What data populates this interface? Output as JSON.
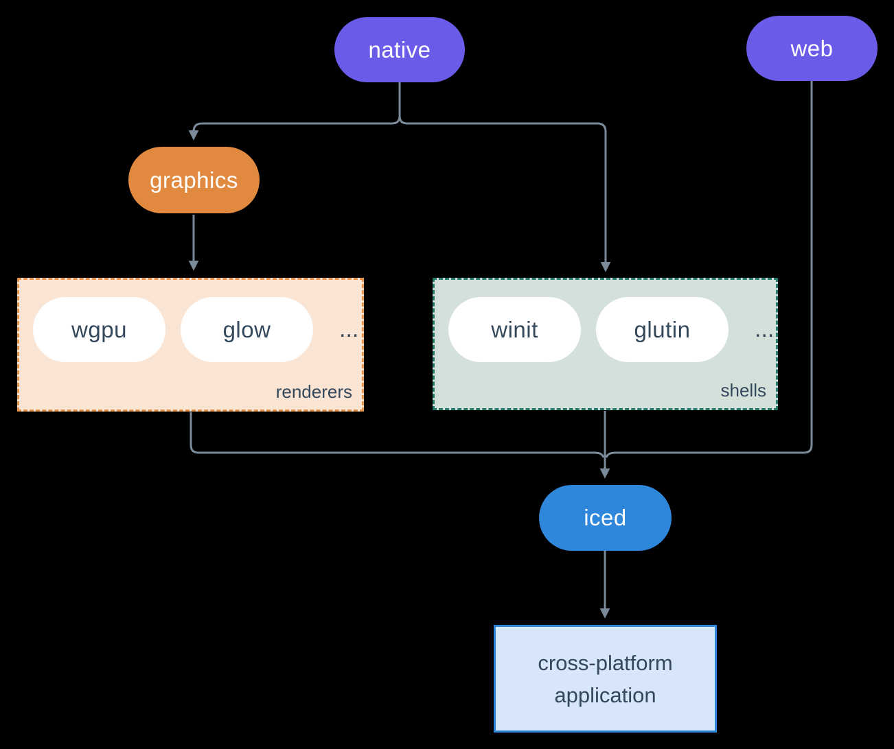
{
  "diagram": {
    "nodes": {
      "native": {
        "label": "native",
        "color": "#6a5ce8"
      },
      "web": {
        "label": "web",
        "color": "#6a5ce8"
      },
      "graphics": {
        "label": "graphics",
        "color": "#e1893f"
      },
      "wgpu": {
        "label": "wgpu"
      },
      "glow": {
        "label": "glow"
      },
      "winit": {
        "label": "winit"
      },
      "glutin": {
        "label": "glutin"
      },
      "iced": {
        "label": "iced",
        "color": "#2e87db"
      },
      "application": {
        "line1": "cross-platform",
        "line2": "application"
      }
    },
    "groups": {
      "renderers": {
        "label": "renderers",
        "ellipsis": "...",
        "fill": "#fae4d3",
        "border": "#e5944d"
      },
      "shells": {
        "label": "shells",
        "ellipsis": "...",
        "fill": "#d4e1db",
        "border": "#27796a"
      }
    },
    "edges": [
      {
        "from": "native",
        "to": "graphics"
      },
      {
        "from": "native",
        "to": "shells"
      },
      {
        "from": "graphics",
        "to": "renderers"
      },
      {
        "from": "renderers",
        "to": "iced"
      },
      {
        "from": "shells",
        "to": "iced"
      },
      {
        "from": "web",
        "to": "iced"
      },
      {
        "from": "iced",
        "to": "application"
      }
    ],
    "colors": {
      "background": "#000000",
      "line": "#7a8a99",
      "dark_text": "#34485c",
      "white_pill": "#ffffff",
      "app_fill": "#d7e6f8",
      "app_border": "#2e86dd"
    }
  }
}
